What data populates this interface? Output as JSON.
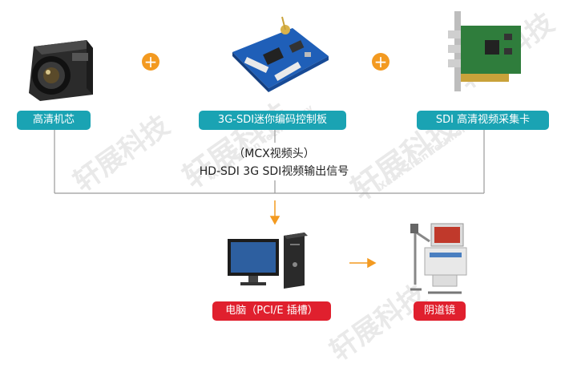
{
  "labels": {
    "camera": "高清机芯",
    "board": "3G-SDI迷你编码控制板",
    "capture": "SDI 高清视频采集卡",
    "pc": "电脑（PCI/E  插槽）",
    "endoscope": "阴道镜"
  },
  "signal": {
    "line1": "（MCX视频头）",
    "line2": "HD-SDI 3G SDI视频输出信号"
  },
  "plus_symbol": "+",
  "watermark": {
    "cn": "轩展科技",
    "en": "Xuan Zhan Technology"
  },
  "colors": {
    "teal": "#1aa3b3",
    "red": "#e0202e",
    "orange": "#f39a21",
    "line": "#9a9a9a"
  }
}
